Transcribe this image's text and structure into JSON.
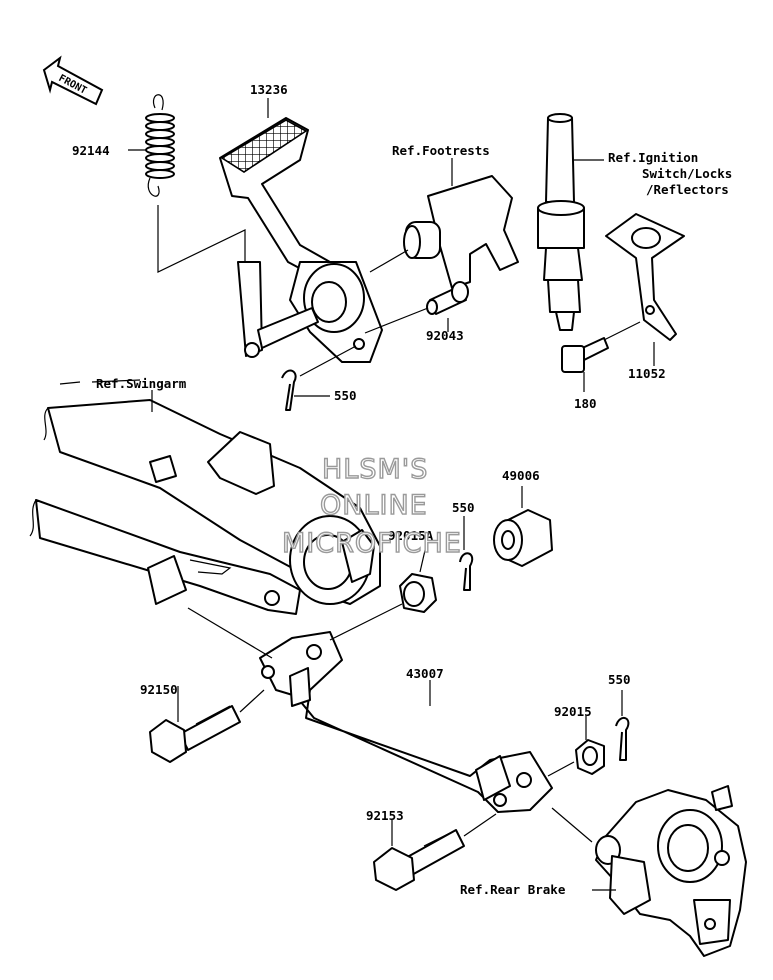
{
  "front_arrow": {
    "label": "FRONT"
  },
  "callouts": {
    "spring": "92144",
    "pedal": "13236",
    "footrests": "Ref.Footrests",
    "ignition_line1": "Ref.Ignition",
    "ignition_line2": "Switch/Locks",
    "ignition_line3": "/Reflectors",
    "pin": "92043",
    "cotter_top": "550",
    "bracket": "11052",
    "bolt_small": "180",
    "swingarm": "Ref.Swingarm",
    "bushing": "49006",
    "cotter_mid": "550",
    "nut_mid": "92015A",
    "rod": "43007",
    "bolt_left": "92150",
    "cotter_right": "550",
    "nut_right": "92015",
    "bolt_bottom": "92153",
    "rear_brake": "Ref.Rear Brake"
  },
  "watermark": {
    "line1": "HLSM'S",
    "line2": "ONLINE",
    "line3": "MICROFICHE"
  }
}
